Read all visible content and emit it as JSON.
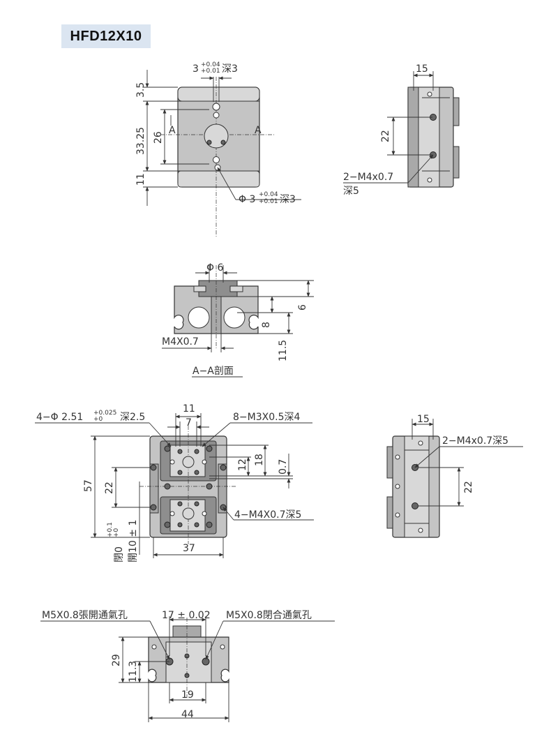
{
  "title": "HFD12X10",
  "colors": {
    "badge": "#dbe5f1",
    "body": "#c4c4c4",
    "line": "#333333"
  },
  "view_top": {
    "hole_top": "3",
    "hole_top_tol_hi": "+0.04",
    "hole_top_tol_lo": "+0.01",
    "hole_top_depth": "深3",
    "dim_3_5": "3.5",
    "dim_33_25": "33.25",
    "dim_26": "26",
    "dim_11": "11",
    "section_a_left": "A",
    "section_a_right": "A",
    "hole_bottom": "Φ 3",
    "hole_bottom_tol_hi": "+0.04",
    "hole_bottom_tol_lo": "+0.01",
    "hole_bottom_depth": "深3"
  },
  "view_right_top": {
    "dim_15": "15",
    "dim_22": "22",
    "thread_line1": "2−M4x0.7",
    "thread_line2": "深5"
  },
  "section_aa": {
    "dim_phi6": "Φ 6",
    "dim_6": "6",
    "dim_8": "8",
    "dim_11_5": "11.5",
    "thread": "M4X0.7",
    "caption": "A−A剖面"
  },
  "view_front": {
    "pin_holes": "4−Φ 2.51",
    "pin_tol_hi": "+0.025",
    "pin_tol_lo": "+0",
    "pin_depth": "深2.5",
    "dim_11": "11",
    "dim_7": "7",
    "screw_holes": "8−M3X0.5深4",
    "dim_12": "12",
    "dim_18": "18",
    "dim_0_7": "0.7",
    "dim_57": "57",
    "dim_22": "22",
    "close_label": "閉0",
    "close_tol_hi": "+0.1",
    "close_tol_lo": "+0",
    "open_label": "開10 ± 1",
    "mount_holes": "4−M4X0.7深5",
    "dim_37": "37"
  },
  "view_right_mid": {
    "dim_15": "15",
    "thread": "2−M4x0.7深5",
    "dim_22": "22"
  },
  "view_bottom": {
    "port_open": "M5X0.8張開通氣孔",
    "dim_17": "17 ± 0.02",
    "port_close": "M5X0.8閉合通氣孔",
    "dim_29": "29",
    "dim_11_3": "11.3",
    "dim_19": "19",
    "dim_44": "44"
  }
}
